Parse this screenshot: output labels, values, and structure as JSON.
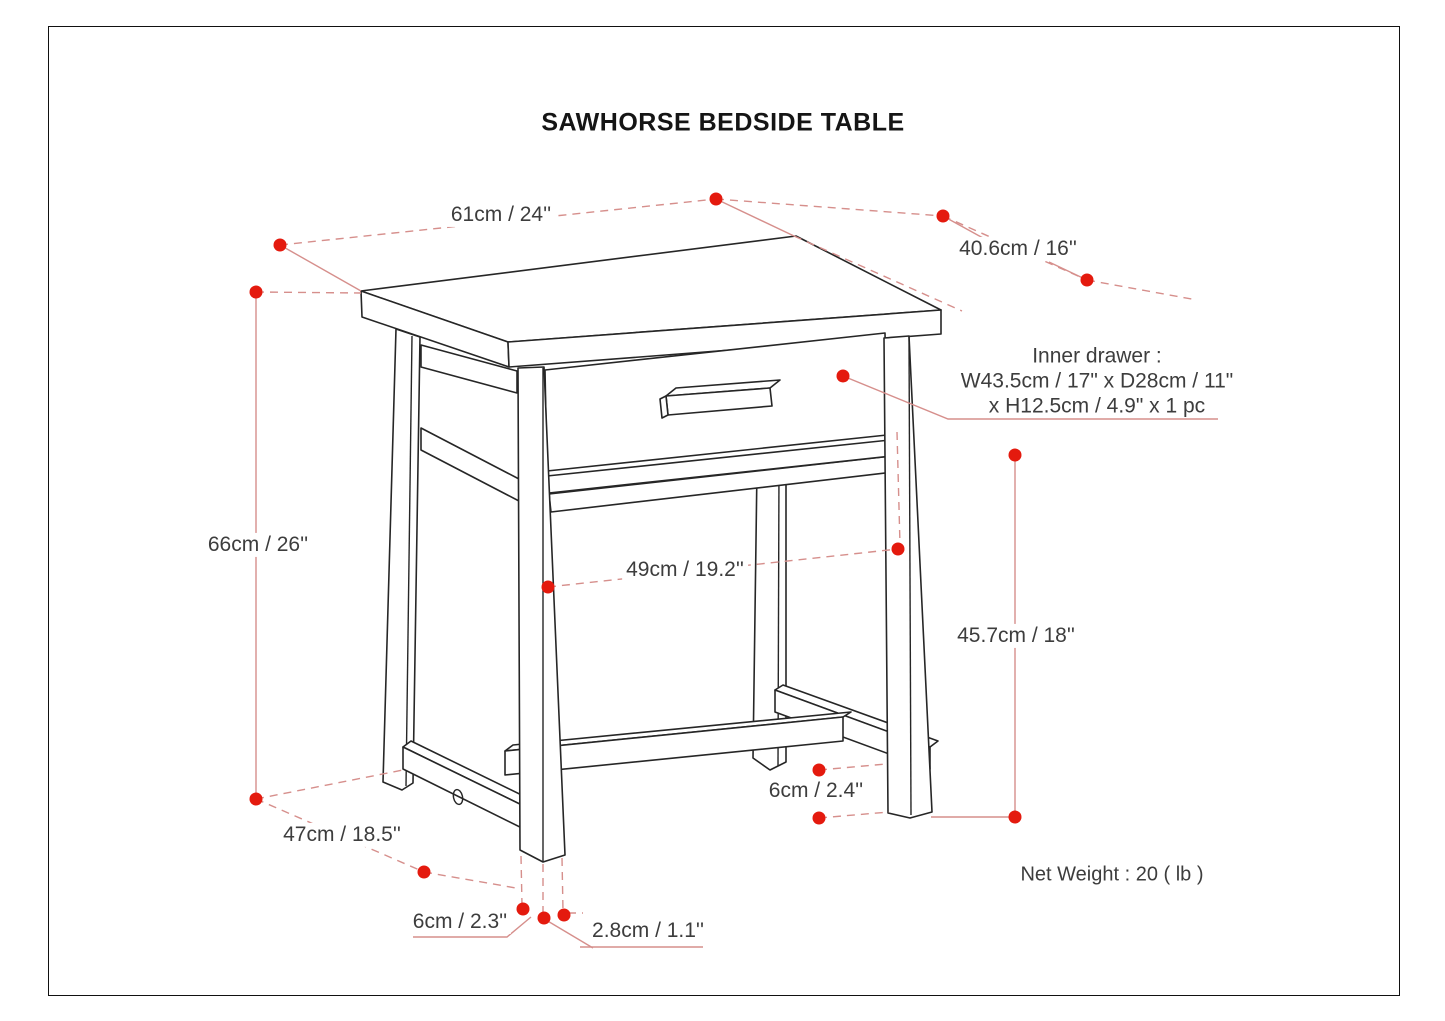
{
  "title": "SAWHORSE BEDSIDE TABLE",
  "dimensions": {
    "top_width": "61cm / 24''",
    "top_depth": "40.6cm / 16''",
    "inner_drawer_line1": "Inner drawer :",
    "inner_drawer_line2": "W43.5cm / 17\" x D28cm / 11\"",
    "inner_drawer_line3": "x H12.5cm / 4.9\" x 1 pc",
    "overall_height": "66cm / 26''",
    "inner_width": "49cm / 19.2''",
    "leg_height": "45.7cm / 18''",
    "base_depth": "47cm / 18.5''",
    "stretcher_height": "6cm / 2.4''",
    "leg_thickness": "6cm / 2.3''",
    "foot_offset": "2.8cm / 1.1''"
  },
  "net_weight": "Net Weight : 20 ( lb )",
  "colors": {
    "dot": "#e41a0e",
    "dim_line": "#d68f8c",
    "drawing_line": "#262626",
    "text": "#3d3d3d"
  }
}
